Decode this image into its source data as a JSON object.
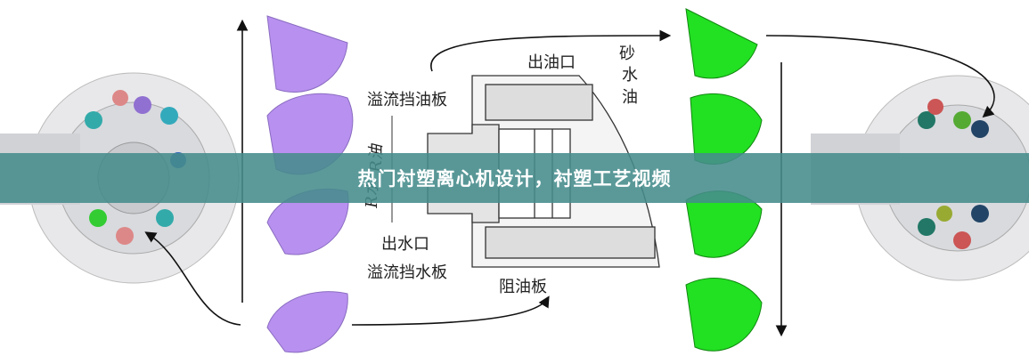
{
  "banner": {
    "title": "热门衬塑离心机设计，衬塑工艺视频"
  },
  "diagram": {
    "labels": {
      "oil_outlet": "出油口",
      "sand": "砂",
      "water": "水",
      "oil": "油",
      "overflow_oil_baffle": "溢流挡油板",
      "water_outlet": "出水口",
      "overflow_water_baffle": "溢流挡水板",
      "oil_stop_plate": "阻油板",
      "r_water": "R水",
      "r_oil": "R油"
    },
    "colors": {
      "purple": "#b890f0",
      "green": "#22e022",
      "banner": "#468c8c"
    }
  }
}
